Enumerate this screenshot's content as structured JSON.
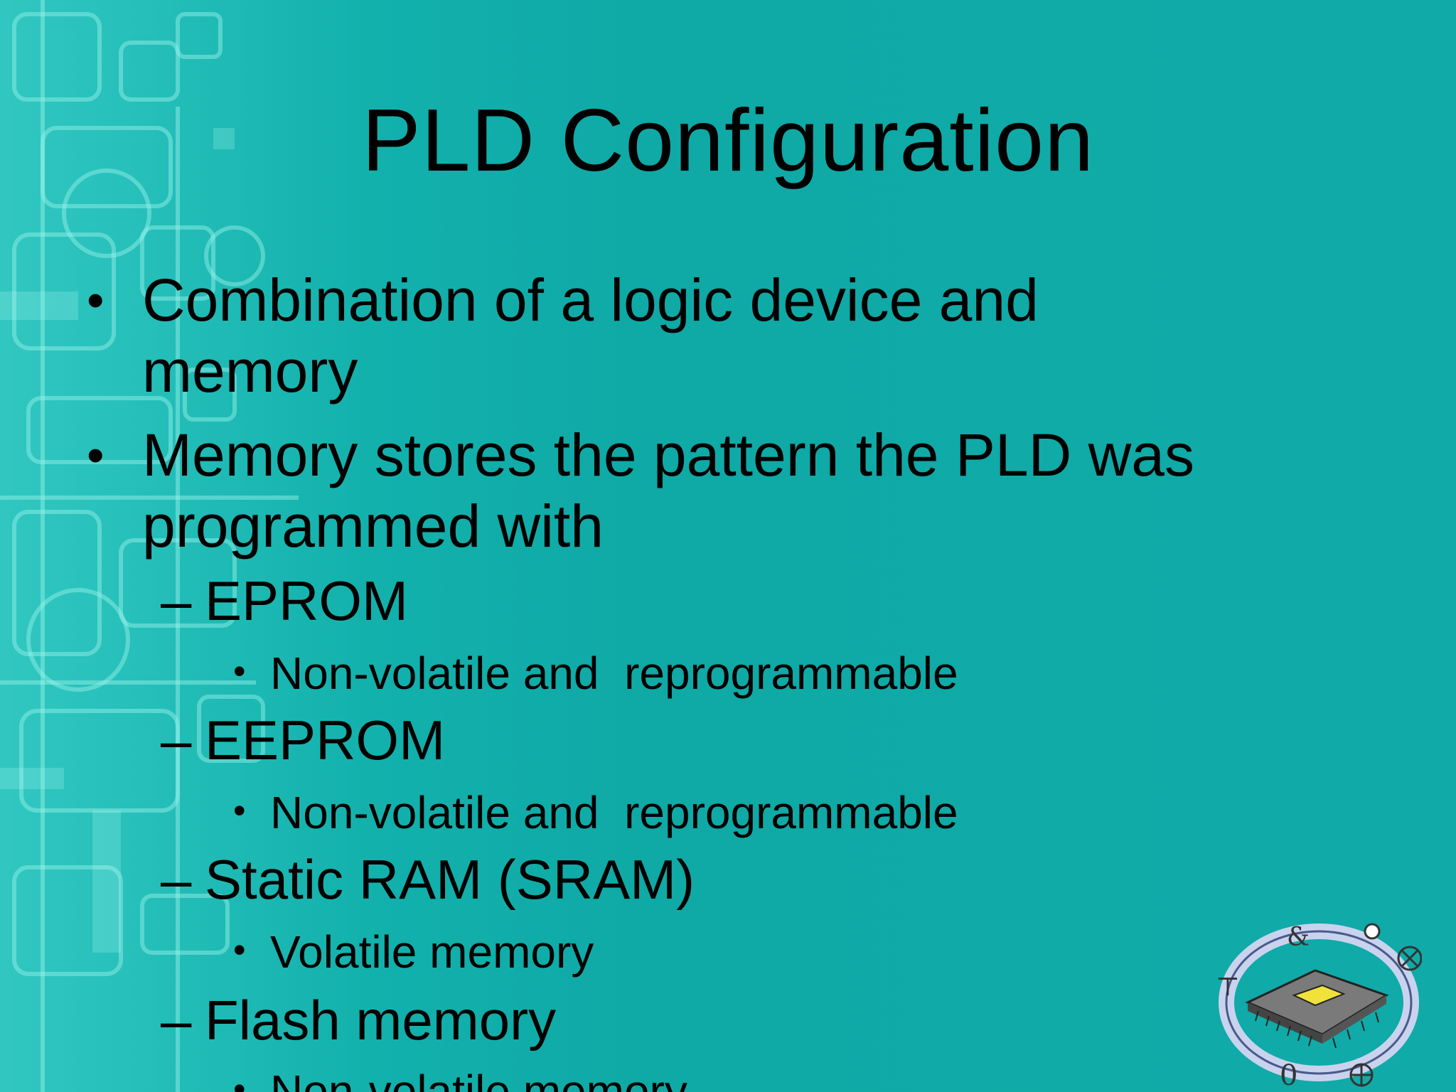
{
  "slide": {
    "title": "PLD Configuration",
    "bullets": [
      {
        "marker": "•",
        "lines": [
          "Combination of a logic device and",
          "memory"
        ]
      },
      {
        "marker": "•",
        "lines": [
          "Memory stores the pattern the PLD was",
          "programmed with"
        ]
      }
    ],
    "sub_items": [
      {
        "marker": "–",
        "label": "EPROM",
        "detail_marker": "•",
        "detail": "Non-volatile and  reprogrammable"
      },
      {
        "marker": "–",
        "label": "EEPROM",
        "detail_marker": "•",
        "detail": "Non-volatile and  reprogrammable"
      },
      {
        "marker": "–",
        "label": "Static RAM (SRAM)",
        "detail_marker": "•",
        "detail": "Volatile memory"
      },
      {
        "marker": "–",
        "label": "Flash memory",
        "detail_marker": "•",
        "detail": "Non-volatile memory"
      }
    ]
  },
  "colors": {
    "background": "#10aeaa",
    "text": "#000000",
    "decor_light": "#6fe3dc"
  },
  "icons": {
    "background": "circuit-pattern-decoration",
    "logo": "chip-logic-symbols-logo"
  }
}
